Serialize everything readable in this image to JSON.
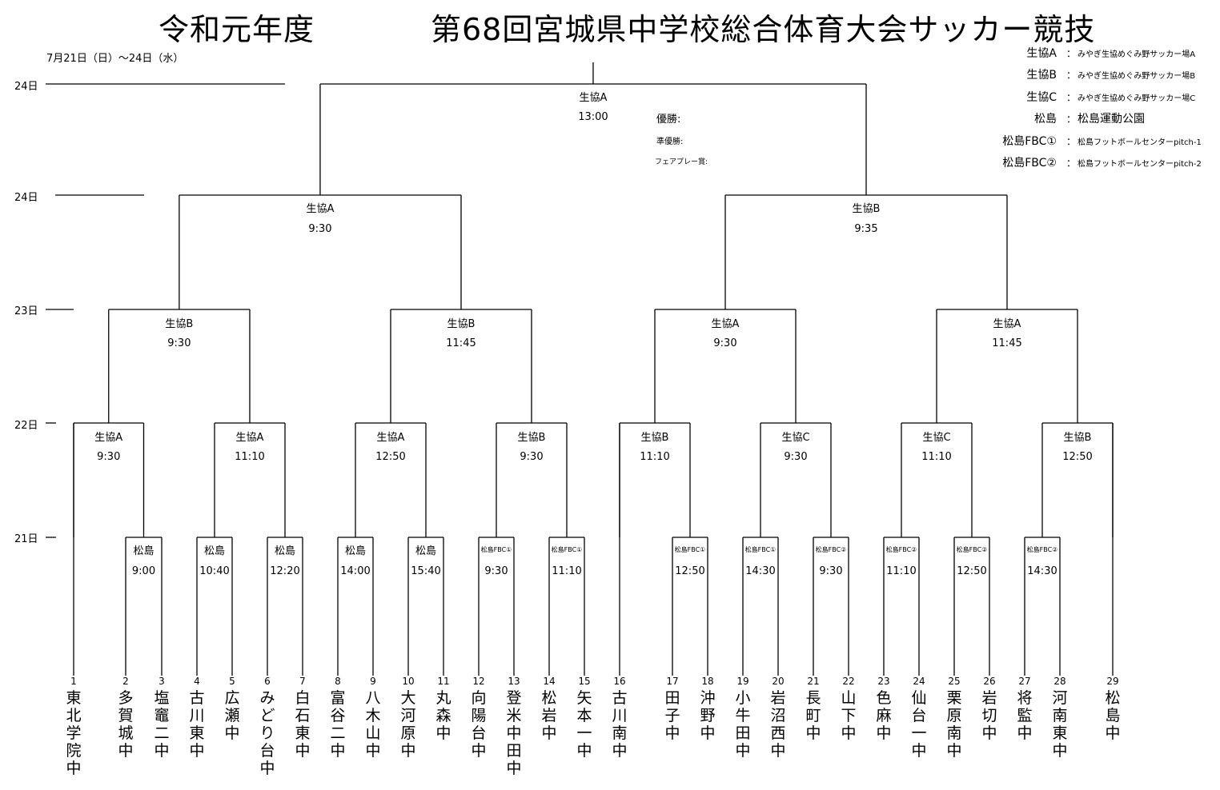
{
  "header": {
    "title_left": "令和元年度",
    "title_right": "第68回宮城県中学校総合体育大会サッカー競技",
    "dates": "7月21日（日）～24日（水）"
  },
  "days": [
    "24日",
    "24日",
    "23日",
    "22日",
    "21日"
  ],
  "legend": [
    {
      "key": "生協A",
      "colon": "：",
      "value": "みやぎ生協めぐみ野サッカー場A"
    },
    {
      "key": "生協B",
      "colon": "：",
      "value": "みやぎ生協めぐみ野サッカー場B"
    },
    {
      "key": "生協C",
      "colon": "：",
      "value": "みやぎ生協めぐみ野サッカー場C"
    },
    {
      "key": "松島",
      "colon": "：",
      "value": "松島運動公園"
    },
    {
      "key": "松島FBC①",
      "colon": "：",
      "value": "松島フットボールセンターpitch-1"
    },
    {
      "key": "松島FBC②",
      "colon": "：",
      "value": "松島フットボールセンターpitch-2"
    }
  ],
  "awards": {
    "champion": "優勝:",
    "runner_up": "準優勝:",
    "fair_play": "フェアプレー賞:"
  },
  "matches": {
    "final": {
      "venue": "生協A",
      "time": "13:00"
    },
    "semi": [
      {
        "venue": "生協A",
        "time": "9:30"
      },
      {
        "venue": "生協B",
        "time": "9:35"
      }
    ],
    "quarter": [
      {
        "venue": "生協B",
        "time": "9:30"
      },
      {
        "venue": "生協B",
        "time": "11:45"
      },
      {
        "venue": "生協A",
        "time": "9:30"
      },
      {
        "venue": "生協A",
        "time": "11:45"
      }
    ],
    "r16": [
      {
        "venue": "生協A",
        "time": "9:30"
      },
      {
        "venue": "生協A",
        "time": "11:10"
      },
      {
        "venue": "生協A",
        "time": "12:50"
      },
      {
        "venue": "生協B",
        "time": "9:30"
      },
      {
        "venue": "生協B",
        "time": "11:10"
      },
      {
        "venue": "生協C",
        "time": "9:30"
      },
      {
        "venue": "生協C",
        "time": "11:10"
      },
      {
        "venue": "生協B",
        "time": "12:50"
      }
    ],
    "r1": [
      {
        "venue": "松島",
        "time": "9:00"
      },
      {
        "venue": "松島",
        "time": "10:40"
      },
      {
        "venue": "松島",
        "time": "12:20"
      },
      {
        "venue": "松島",
        "time": "14:00"
      },
      {
        "venue": "松島",
        "time": "15:40"
      },
      {
        "venue": "松島FBC①",
        "time": "9:30"
      },
      {
        "venue": "松島FBC①",
        "time": "11:10"
      },
      {
        "venue": "松島FBC①",
        "time": "12:50"
      },
      {
        "venue": "松島FBC①",
        "time": "14:30"
      },
      {
        "venue": "松島FBC②",
        "time": "9:30"
      },
      {
        "venue": "松島FBC②",
        "time": "11:10"
      },
      {
        "venue": "松島FBC②",
        "time": "12:50"
      },
      {
        "venue": "松島FBC②",
        "time": "14:30"
      }
    ]
  },
  "teams": [
    {
      "num": "1",
      "name": "東北学院中"
    },
    {
      "num": "2",
      "name": "多賀城中"
    },
    {
      "num": "3",
      "name": "塩竈二中"
    },
    {
      "num": "4",
      "name": "古川東中"
    },
    {
      "num": "5",
      "name": "広瀬中"
    },
    {
      "num": "6",
      "name": "みどり台中"
    },
    {
      "num": "7",
      "name": "白石東中"
    },
    {
      "num": "8",
      "name": "富谷二中"
    },
    {
      "num": "9",
      "name": "八木山中"
    },
    {
      "num": "10",
      "name": "大河原中"
    },
    {
      "num": "11",
      "name": "丸森中"
    },
    {
      "num": "12",
      "name": "向陽台中"
    },
    {
      "num": "13",
      "name": "登米中田中"
    },
    {
      "num": "14",
      "name": "松岩中"
    },
    {
      "num": "15",
      "name": "矢本一中"
    },
    {
      "num": "16",
      "name": "古川南中"
    },
    {
      "num": "17",
      "name": "田子中"
    },
    {
      "num": "18",
      "name": "沖野中"
    },
    {
      "num": "19",
      "name": "小牛田中"
    },
    {
      "num": "20",
      "name": "岩沼西中"
    },
    {
      "num": "21",
      "name": "長町中"
    },
    {
      "num": "22",
      "name": "山下中"
    },
    {
      "num": "23",
      "name": "色麻中"
    },
    {
      "num": "24",
      "name": "仙台一中"
    },
    {
      "num": "25",
      "name": "栗原南中"
    },
    {
      "num": "26",
      "name": "岩切中"
    },
    {
      "num": "27",
      "name": "将監中"
    },
    {
      "num": "28",
      "name": "河南東中"
    },
    {
      "num": "29",
      "name": "松島中"
    }
  ]
}
